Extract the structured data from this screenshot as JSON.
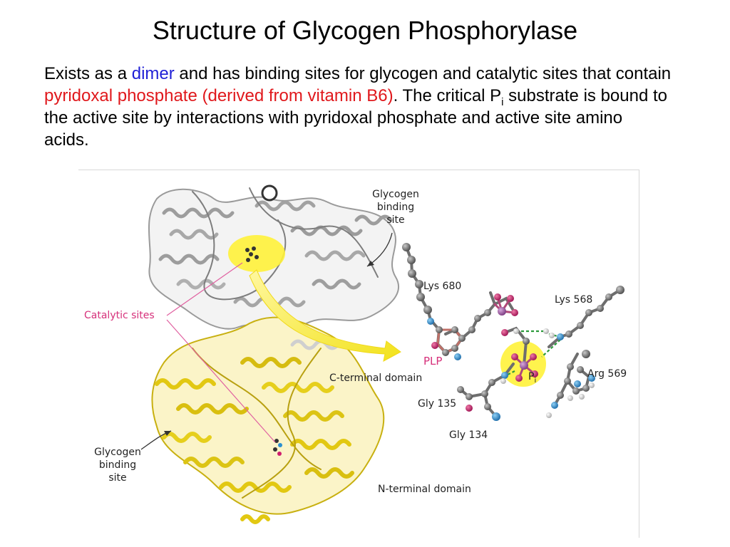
{
  "slide": {
    "title": "Structure of Glycogen Phosphorylase",
    "body": {
      "t1": "Exists as a ",
      "dimer": "dimer",
      "t2": " and has binding sites for glycogen and catalytic sites that contain ",
      "plp_phrase": "pyridoxal phosphate (derived from vitamin B6)",
      "t3": ". The critical P",
      "sub_i": "i",
      "t4": " substrate is bound to the active site by interactions with pyridoxal phosphate and active site amino acids."
    }
  },
  "figure": {
    "labels": {
      "glycogen_top_1": "Glycogen",
      "glycogen_top_2": "binding",
      "glycogen_top_3": "site",
      "glycogen_bottom_1": "Glycogen",
      "glycogen_bottom_2": "binding",
      "glycogen_bottom_3": "site",
      "catalytic_sites": "Catalytic sites",
      "c_terminal": "C-terminal domain",
      "n_terminal": "N-terminal domain",
      "lys680": "Lys 680",
      "lys568": "Lys 568",
      "plp": "PLP",
      "pi_p": "P",
      "pi_i": "i",
      "arg569": "Arg 569",
      "gly135": "Gly 135",
      "gly134": "Gly 134"
    },
    "colors": {
      "helix_gray": "#b9b9b9",
      "helix_yellow": "#e8d21a",
      "highlight_yellow": "#fff23a",
      "label_pink": "#d6307a",
      "carbon": "#707070",
      "oxygen": "#cf1f6e",
      "nitrogen": "#2a8fd0",
      "phosphorus": "#a060a8",
      "hbond": "#2a9a3a"
    }
  }
}
